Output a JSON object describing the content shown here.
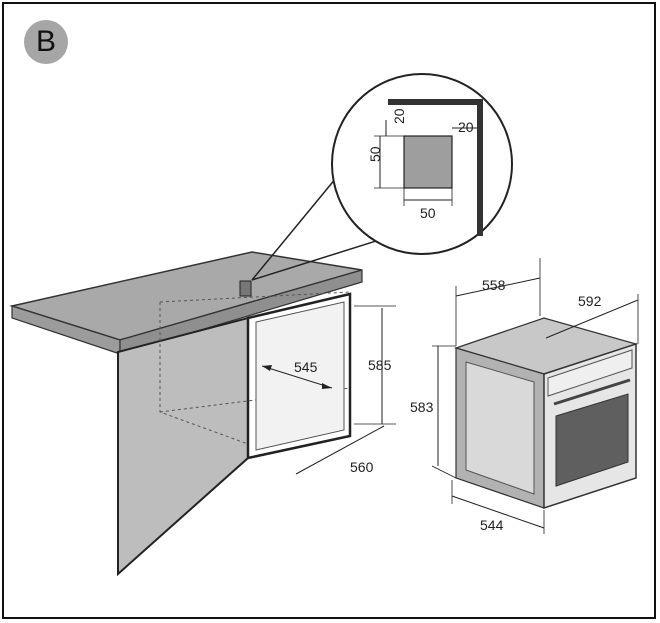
{
  "badge": {
    "label": "B"
  },
  "detail": {
    "top_offset": "20",
    "right_offset": "20",
    "height": "50",
    "width": "50"
  },
  "cabinet": {
    "opening_depth": "545",
    "opening_height": "585",
    "opening_width": "560"
  },
  "oven": {
    "depth": "558",
    "width": "592",
    "height": "583",
    "body_depth": "544"
  }
}
